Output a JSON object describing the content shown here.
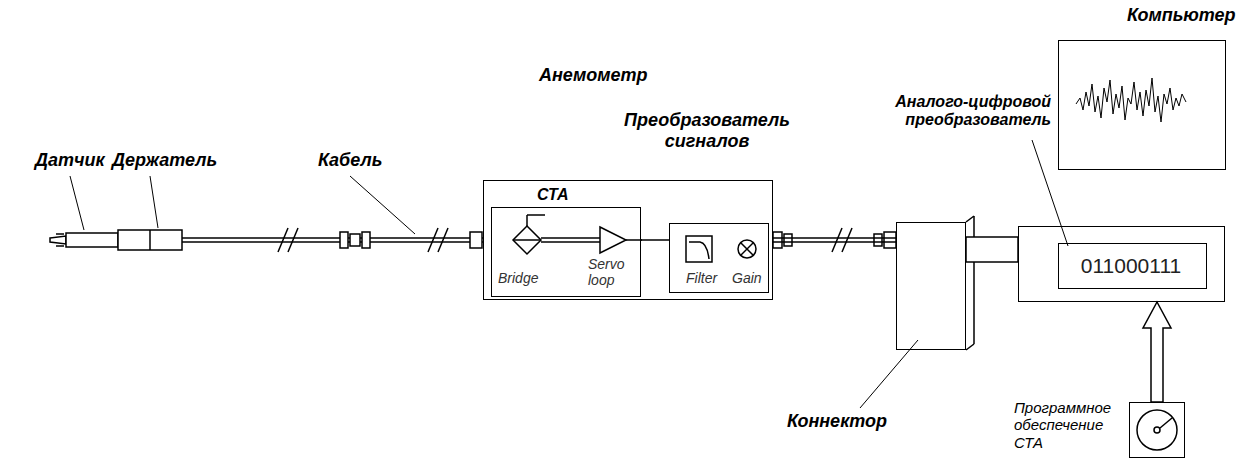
{
  "diagram": {
    "nodes": [
      {
        "text": [
          "Анемометр"
        ]
      },
      {
        "text": [
          "СТА",
          "Bridge",
          "Servo loop"
        ],
        "in": 0
      },
      {
        "text": [
          "Преобразователь сигналов",
          "Filter",
          "Gain"
        ],
        "in": 0
      },
      {
        "text": [
          "Коннектор"
        ]
      },
      {
        "text": [
          "Компьютер"
        ]
      },
      {
        "text": [
          "Аналого-цифровой преобразователь"
        ]
      },
      {
        "text": [
          "011000111"
        ],
        "in": 5
      },
      {
        "text": [
          "Программное обеспечение СТА"
        ]
      }
    ],
    "edges": [
      {
        "from": 0,
        "to": 3,
        "arrow": "none"
      },
      {
        "from": 1,
        "to": 2,
        "arrow": "none"
      },
      {
        "from": 3,
        "to": 5,
        "arrow": "none"
      },
      {
        "from": 7,
        "to": 5,
        "arrow": "to"
      }
    ],
    "labels": [
      "Датчик",
      "Держатель",
      "Кабель"
    ]
  }
}
